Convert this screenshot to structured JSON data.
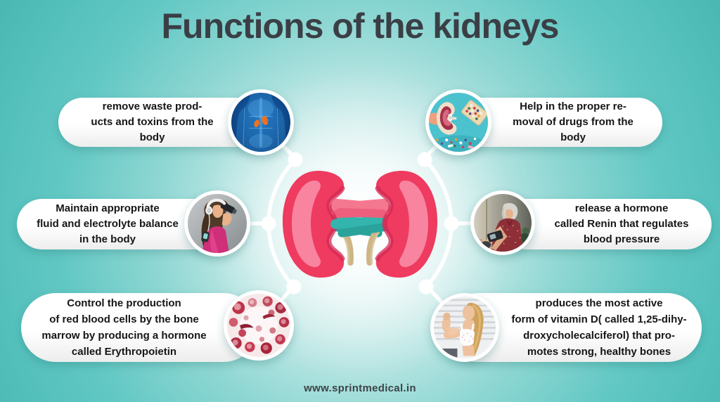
{
  "title": "Functions of the kidneys",
  "footer": {
    "website": "www.sprintmedical.in"
  },
  "theme": {
    "background_teal": "#52c1bd",
    "center_glow": "#ffffff",
    "title_color": "#3a3f46",
    "pill_background": "#ffffff",
    "pill_text_color": "#161616",
    "connector_color": "#ffffff",
    "kidney_red": "#ee3b5f",
    "kidney_inner_pink": "#f8849f",
    "renal_artery_pink": "#f4788f",
    "renal_vein_teal": "#33b5ad",
    "ureter_tan": "#dbc59c"
  },
  "items": [
    {
      "id": "remove-waste",
      "side": "left",
      "position": "top",
      "photo_icon": "xray-kidneys-image",
      "lines": [
        "remove waste prod-",
        "ucts and toxins from the",
        "body"
      ]
    },
    {
      "id": "fluid-electrolyte-balance",
      "side": "left",
      "position": "middle",
      "photo_icon": "woman-drinking-water-image",
      "lines": [
        "Maintain appropriate",
        "fluid and electrolyte balance",
        "in the body"
      ]
    },
    {
      "id": "red-blood-cell-production",
      "side": "left",
      "position": "bottom",
      "photo_icon": "red-blood-cells-image",
      "lines": [
        "Control the production",
        "of red blood cells by the bone",
        "marrow by producing a hormone",
        "called Erythropoietin"
      ]
    },
    {
      "id": "drug-removal",
      "side": "right",
      "position": "top",
      "photo_icon": "kidney-model-pills-image",
      "lines": [
        "Help in the proper re-",
        "moval of drugs from the",
        "body"
      ]
    },
    {
      "id": "renin-blood-pressure",
      "side": "right",
      "position": "middle",
      "photo_icon": "blood-pressure-check-image",
      "lines": [
        "release a hormone",
        "called Renin that regulates",
        "blood pressure"
      ]
    },
    {
      "id": "vitamin-d-activation",
      "side": "right",
      "position": "bottom",
      "photo_icon": "woman-flexing-arm-image",
      "lines": [
        "produces the most active",
        "form of vitamin D( called 1,25-dihy-",
        "droxycholecalciferol) that pro-",
        "motes strong, healthy bones"
      ]
    }
  ]
}
